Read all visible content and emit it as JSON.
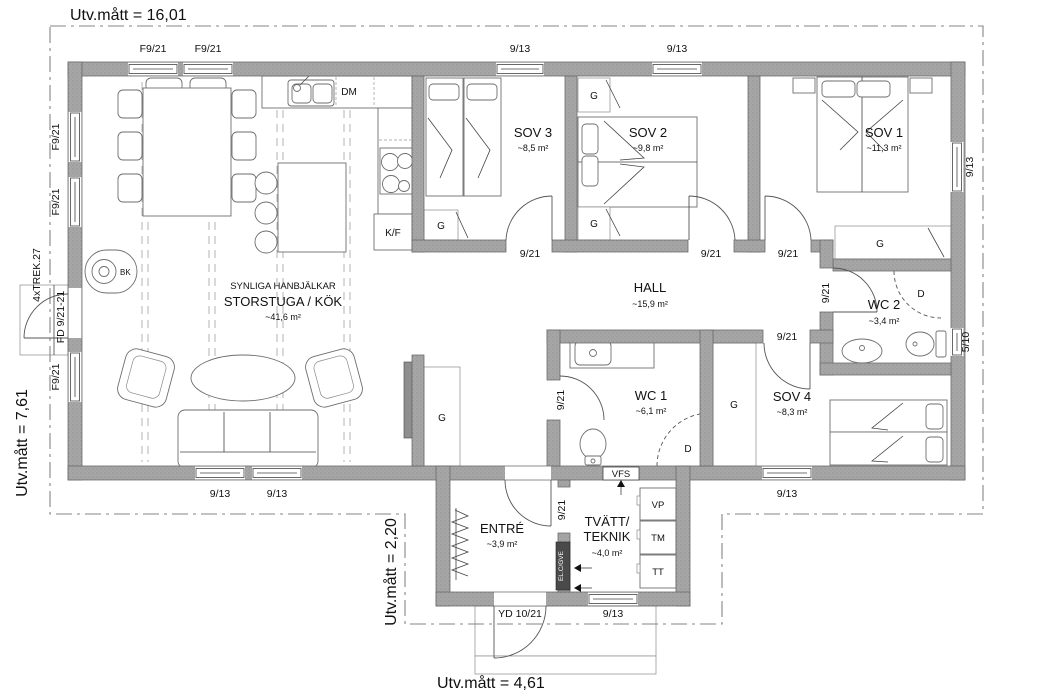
{
  "dims": {
    "top": "Utv.mått = 16,01",
    "left": "Utv.mått = 7,61",
    "entry": "Utv.mått = 2,20",
    "porch": "Utv.mått = 4,61"
  },
  "labels": {
    "f921": "F9/21",
    "w913": "9/13",
    "d921": "9/21",
    "w510": "5/10",
    "fd": "FD 9/21-21",
    "yd": "YD 10/21",
    "trek": "4xTREK.27"
  },
  "rooms": {
    "storstuga": {
      "note": "SYNLIGA HANBJÄLKAR",
      "name": "STORSTUGA / KÖK",
      "area": "~41,6 m²"
    },
    "sov1": {
      "name": "SOV 1",
      "area": "~11,3 m²"
    },
    "sov2": {
      "name": "SOV 2",
      "area": "~9,8 m²"
    },
    "sov3": {
      "name": "SOV 3",
      "area": "~8,5 m²"
    },
    "sov4": {
      "name": "SOV 4",
      "area": "~8,3 m²"
    },
    "hall": {
      "name": "HALL",
      "area": "~15,9 m²"
    },
    "wc1": {
      "name": "WC 1",
      "area": "~6,1 m²"
    },
    "wc2": {
      "name": "WC 2",
      "area": "~3,4 m²"
    },
    "entre": {
      "name": "ENTRÉ",
      "area": "~3,9 m²"
    },
    "tvatt": {
      "name1": "TVÄTT/",
      "name2": "TEKNIK",
      "area": "~4,0 m²"
    }
  },
  "fixtures": {
    "dm": "DM",
    "kf": "K/F",
    "g": "G",
    "bk": "BK",
    "d": "D",
    "vp": "VP",
    "tm": "TM",
    "tt": "TT",
    "vfs": "VFS",
    "el": "EL.C/GVE"
  },
  "colors": {
    "wall_gray": "#a6a6a6",
    "line_gray": "#858585",
    "text": "#111111"
  }
}
